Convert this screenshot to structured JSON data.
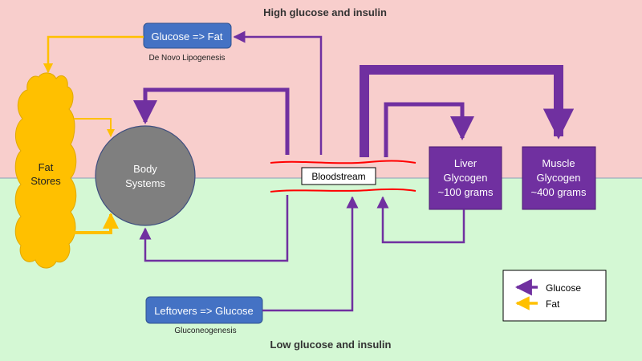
{
  "header": {
    "top_title": "High glucose and insulin",
    "bottom_title": "Low glucose and insulin"
  },
  "boxes": {
    "glucose_fat": {
      "label": "Glucose => Fat",
      "caption": "De Novo Lipogenesis"
    },
    "leftovers": {
      "label": "Leftovers => Glucose",
      "caption": "Gluconeogenesis"
    },
    "bloodstream": {
      "label": "Bloodstream"
    },
    "liver": {
      "line1": "Liver",
      "line2": "Glycogen",
      "line3": "~100 grams"
    },
    "muscle": {
      "line1": "Muscle",
      "line2": "Glycogen",
      "line3": "~400 grams"
    }
  },
  "nodes": {
    "fat_stores": {
      "line1": "Fat",
      "line2": "Stores"
    },
    "body_systems": {
      "line1": "Body",
      "line2": "Systems"
    }
  },
  "legend": {
    "glucose": "Glucose",
    "fat": "Fat"
  },
  "colors": {
    "top_band": "#f8cecc",
    "bottom_band": "#d4f8d4",
    "glucose": "#7030a0",
    "fat": "#ffc000",
    "blue_box": "#4472c4",
    "purple_box": "#7030a0",
    "circle": "#7f7f7f",
    "bloodstream_line": "#ff0000"
  }
}
